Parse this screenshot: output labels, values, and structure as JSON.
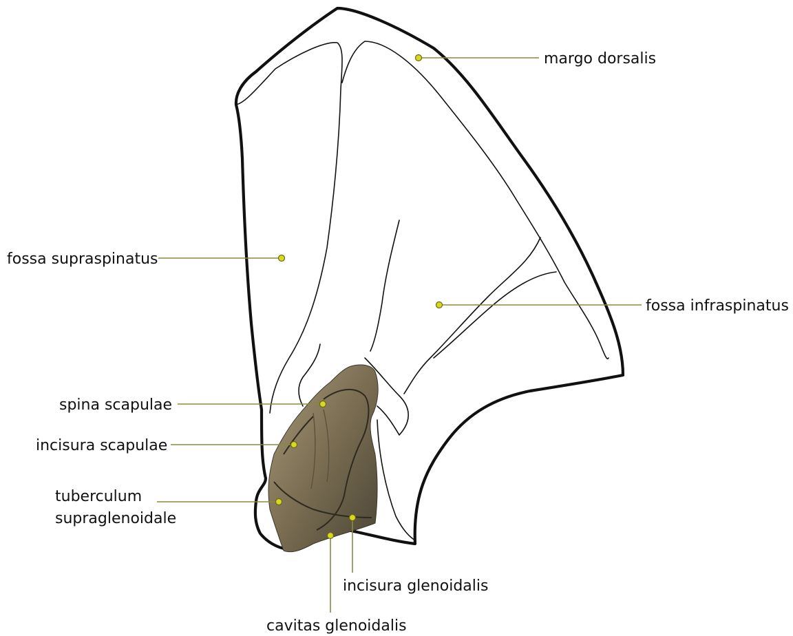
{
  "colors": {
    "leader": "#8a8a3a",
    "dot": "#d8d81c",
    "fossil_dark": "#4a4536",
    "fossil_mid": "#7a6d52",
    "fossil_light": "#a89a7a"
  },
  "labels": {
    "margo_dorsalis": "margo dorsalis",
    "fossa_supraspinatus": "fossa supraspinatus",
    "fossa_infraspinatus": "fossa infraspinatus",
    "spina_scapulae": "spina scapulae",
    "incisura_scapulae": "incisura scapulae",
    "tuberculum_line1": "tuberculum",
    "tuberculum_line2": "supraglenoidale",
    "incisura_glenoidalis": "incisura glenoidalis",
    "cavitas_glenoidalis": "cavitas glenoidalis"
  }
}
